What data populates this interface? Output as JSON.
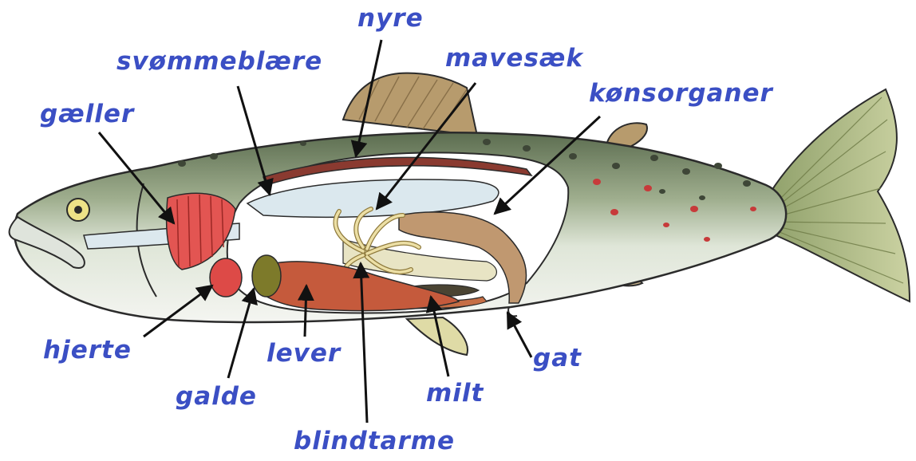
{
  "colors": {
    "label": "#3b4fc4",
    "arrow": "#111111",
    "outline": "#2b2b2b",
    "back": "#5f7052",
    "belly": "#eef1ea",
    "fin": "#b79b6d",
    "tail": "#b7c08a",
    "cavity": "#ffffff",
    "gills": "#e35552",
    "heart": "#dd4a47",
    "liver": "#c55a3c",
    "gallbladder": "#7d7a2a",
    "stomach": "#c09870",
    "kidney": "#8a3a30",
    "swimbladder": "#dbe8ee",
    "pyloric": "#ecdfa5",
    "spleen": "#4a4433",
    "spots_dark": "#3e4637",
    "spots_red": "#c73a3a"
  },
  "labels": {
    "nyre": "nyre",
    "svommeblaere": "svømmeblære",
    "mavesaek": "mavesæk",
    "konsorganer": "kønsorganer",
    "gaeller": "gæller",
    "hjerte": "hjerte",
    "lever": "lever",
    "gat": "gat",
    "galde": "galde",
    "milt": "milt",
    "blindtarme": "blindtarme"
  }
}
